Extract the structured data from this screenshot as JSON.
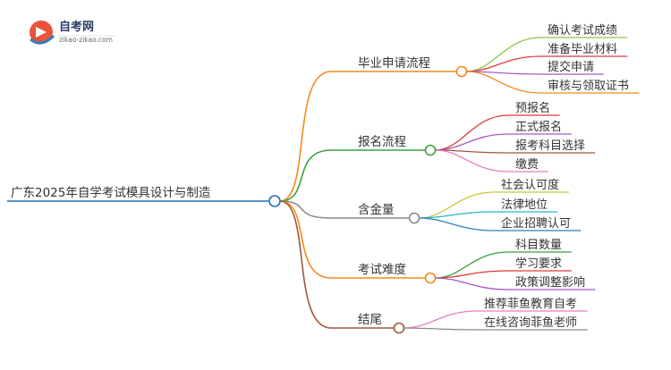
{
  "logo": {
    "name": "自考网",
    "domain": "zikao-zikao.com"
  },
  "mindmap": {
    "root": "广东2025年自学考试模具设计与制造",
    "branches": [
      {
        "label": "毕业申请流程",
        "color": "#f28a1e",
        "children": [
          {
            "label": "确认考试成绩",
            "color": "#8cc63f"
          },
          {
            "label": "准备毕业材料",
            "color": "#e2383c"
          },
          {
            "label": "提交申请",
            "color": "#a35bc8"
          },
          {
            "label": "审核与领取证书",
            "color": "#f28a1e"
          }
        ]
      },
      {
        "label": "报名流程",
        "color": "#3aa23a",
        "children": [
          {
            "label": "预报名",
            "color": "#e2383c"
          },
          {
            "label": "正式报名",
            "color": "#a35bc8"
          },
          {
            "label": "报考科目选择",
            "color": "#9c5a3c"
          },
          {
            "label": "缴费",
            "color": "#e97cc0"
          }
        ]
      },
      {
        "label": "含金量",
        "color": "#8a8a8a",
        "children": [
          {
            "label": "社会认可度",
            "color": "#c7c83a"
          },
          {
            "label": "法律地位",
            "color": "#26b6c9"
          },
          {
            "label": "企业招聘认可",
            "color": "#2a7fc0"
          }
        ]
      },
      {
        "label": "考试难度",
        "color": "#f28a1e",
        "children": [
          {
            "label": "科目数量",
            "color": "#3aa23a"
          },
          {
            "label": "学习要求",
            "color": "#e2383c"
          },
          {
            "label": "政策调整影响",
            "color": "#a35bc8"
          }
        ]
      },
      {
        "label": "结尾",
        "color": "#9c5a3c",
        "children": [
          {
            "label": "推荐菲鱼教育自考",
            "color": "#e97cc0"
          },
          {
            "label": "在线咨询菲鱼老师",
            "color": "#8a8a8a"
          }
        ]
      }
    ]
  }
}
